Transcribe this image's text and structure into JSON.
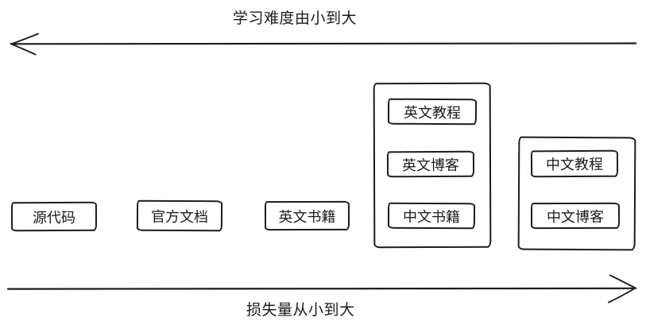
{
  "diagram": {
    "top_axis": {
      "label": "学习难度由小到大",
      "direction": "left"
    },
    "bottom_axis": {
      "label": "损失量从小到大",
      "direction": "right"
    },
    "standalone_boxes": [
      {
        "label": "源代码"
      },
      {
        "label": "官方文档"
      },
      {
        "label": "英文书籍"
      }
    ],
    "groups": [
      {
        "items": [
          {
            "label": "英文教程"
          },
          {
            "label": "英文博客"
          },
          {
            "label": "中文书籍"
          }
        ]
      },
      {
        "items": [
          {
            "label": "中文教程"
          },
          {
            "label": "中文博客"
          }
        ]
      }
    ],
    "colors": {
      "stroke": "#1c1c1c",
      "background": "#ffffff"
    },
    "style": "hand-drawn sketch"
  }
}
